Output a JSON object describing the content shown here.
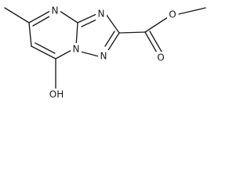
{
  "molecule": {
    "atoms": {
      "n_ring_top": "N",
      "n_triazole_top": "N",
      "n_bridge": "N",
      "n_triazole_bottom": "N",
      "o_carbonyl": "O",
      "o_ester": "O",
      "hydroxyl": "OH"
    }
  }
}
